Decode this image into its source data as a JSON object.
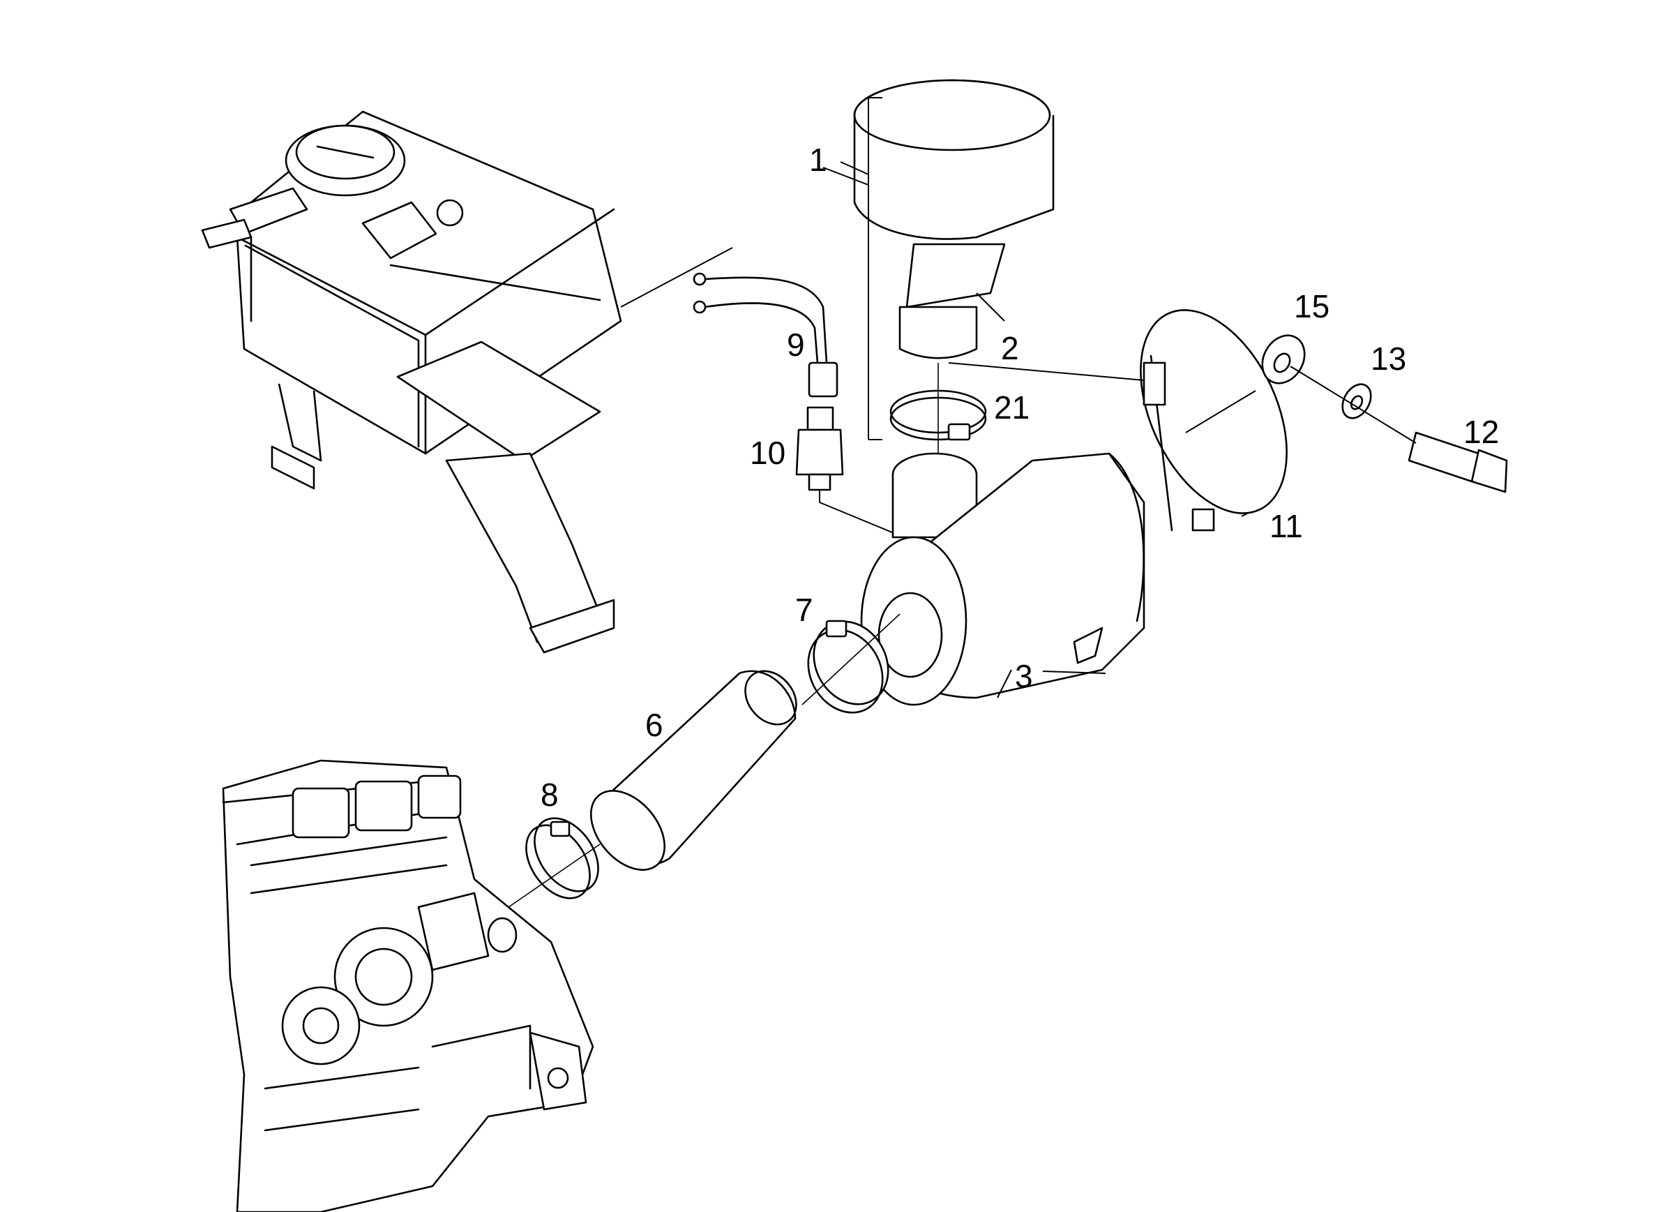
{
  "callouts": {
    "c1": "1",
    "c2": "2",
    "c3": "3",
    "c6": "6",
    "c7": "7",
    "c8": "8",
    "c9": "9",
    "c10": "10",
    "c11": "11",
    "c12": "12",
    "c13": "13",
    "c15": "15",
    "c21": "21"
  }
}
